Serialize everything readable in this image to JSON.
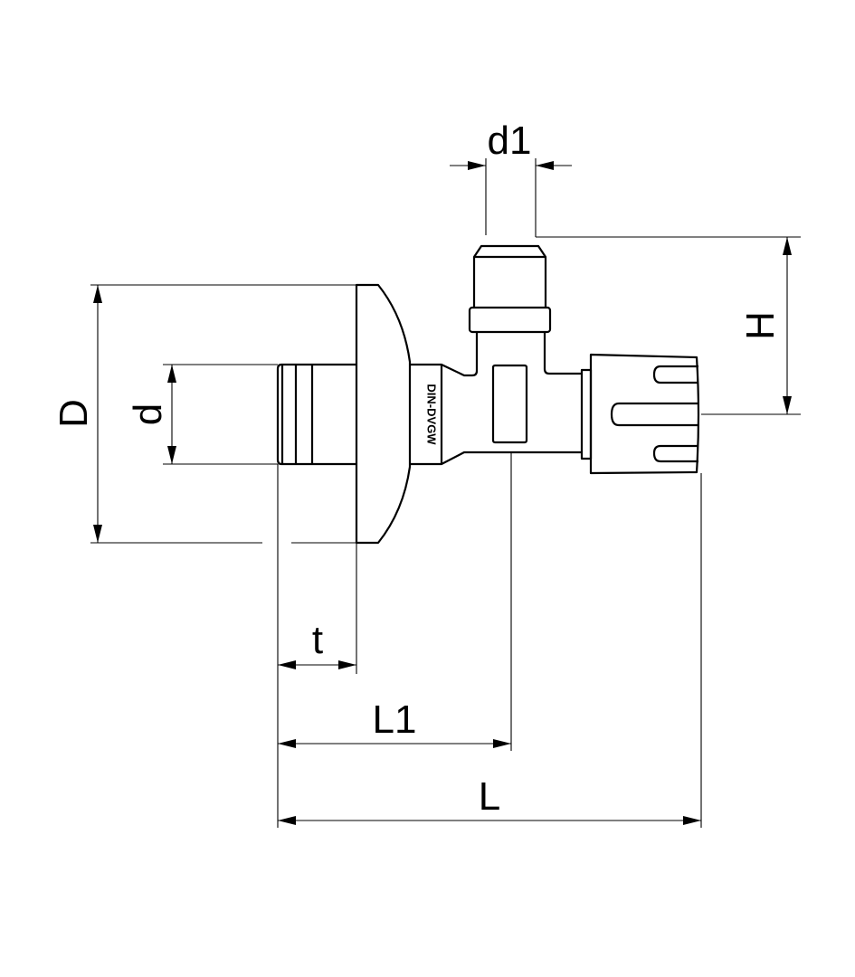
{
  "drawing": {
    "title": "Angle valve dimension drawing",
    "body_marking": "DIN-DVGW",
    "dimensions": {
      "d1": "d1",
      "H": "H",
      "D": "D",
      "d": "d",
      "t": "t",
      "L1": "L1",
      "L": "L"
    },
    "colors": {
      "line": "#000000",
      "background": "#ffffff"
    }
  }
}
